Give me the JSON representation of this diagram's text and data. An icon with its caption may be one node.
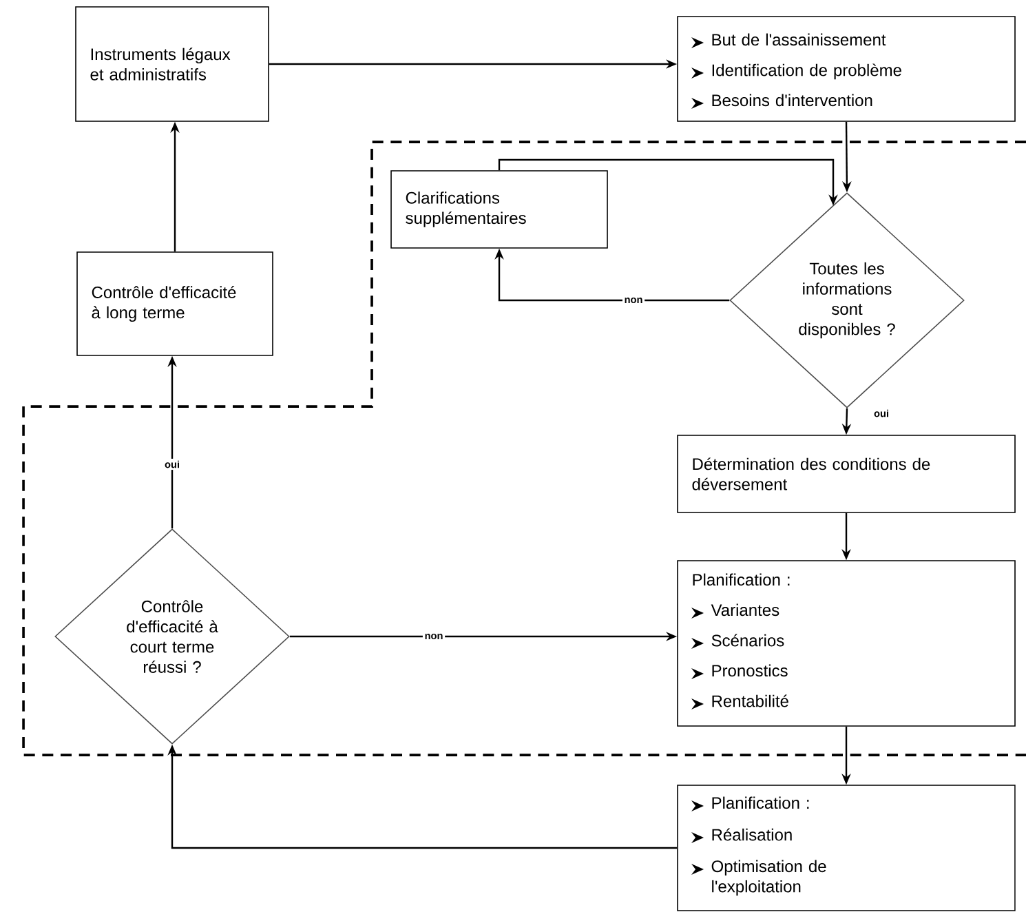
{
  "diagram": {
    "nodes": [
      {
        "text": [
          "Instruments légaux et administratifs"
        ]
      },
      {
        "text": [
          "But de l'assainissement",
          "Identification de problème",
          "Besoins d'intervention"
        ]
      },
      {
        "text": [
          "Clarifications supplémentaires"
        ]
      },
      {
        "text": [
          "Toutes les informations sont disponibles ?"
        ]
      },
      {
        "text": [
          "Contrôle d'efficacité à long terme"
        ]
      },
      {
        "text": [
          "Détermination des conditions de déversement"
        ]
      },
      {
        "text": [
          "Planification :",
          "Variantes",
          "Scénarios",
          "Pronostics",
          "Rentabilité"
        ]
      },
      {
        "text": [
          "Contrôle d'efficacité à court terme réussi ?"
        ]
      },
      {
        "text": [
          "Planification :",
          "Réalisation",
          "Optimisation de l'exploitation"
        ]
      }
    ],
    "edges": [
      {
        "from": 0,
        "to": 1,
        "arrow": "to"
      },
      {
        "from": 1,
        "to": 3,
        "arrow": "to"
      },
      {
        "from": 2,
        "to": 3,
        "arrow": "to"
      },
      {
        "from": 3,
        "to": 2,
        "arrow": "to",
        "label": "non"
      },
      {
        "from": 3,
        "to": 5,
        "arrow": "to",
        "label": "oui"
      },
      {
        "from": 5,
        "to": 6,
        "arrow": "to"
      },
      {
        "from": 6,
        "to": 8,
        "arrow": "to"
      },
      {
        "from": 8,
        "to": 7,
        "arrow": "to"
      },
      {
        "from": 7,
        "to": 6,
        "arrow": "to",
        "label": "non"
      },
      {
        "from": 7,
        "to": 4,
        "arrow": "to",
        "label": "oui"
      },
      {
        "from": 4,
        "to": 0,
        "arrow": "to"
      }
    ]
  }
}
